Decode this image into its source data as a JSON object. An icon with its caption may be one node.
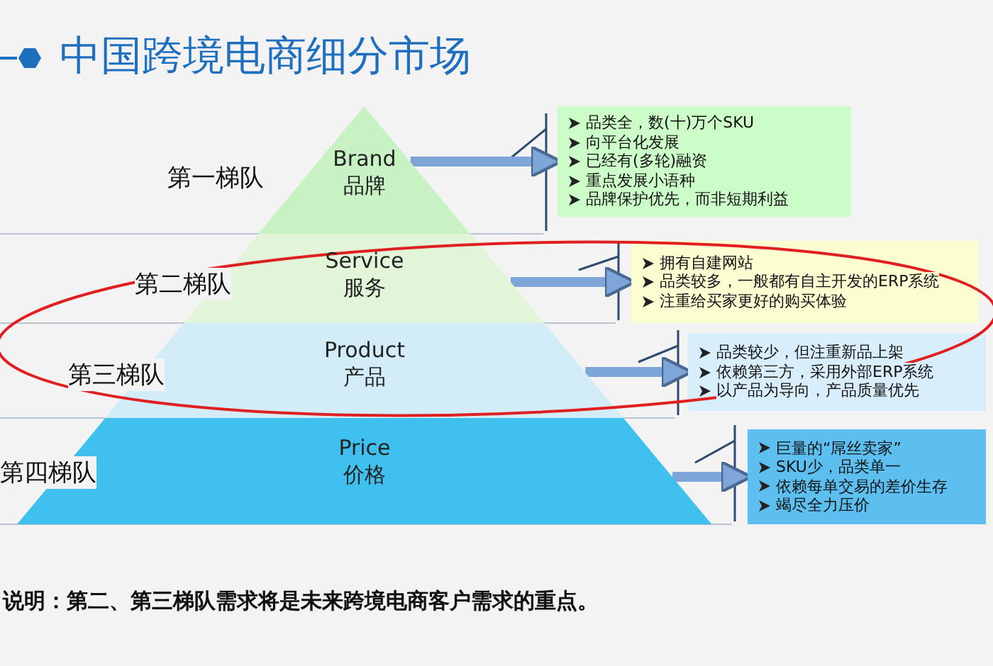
{
  "diagram": {
    "title": "中国跨境电商细分市场",
    "nodes": [
      {
        "text": [
          "Brand",
          "品牌"
        ],
        "beside": [
          "第一梯队"
        ]
      },
      {
        "text": [
          "Service",
          "服务"
        ],
        "beside": [
          "第二梯队"
        ]
      },
      {
        "text": [
          "Product",
          "产品"
        ],
        "beside": [
          "第三梯队"
        ]
      },
      {
        "text": [
          "Price",
          "价格"
        ],
        "beside": [
          "第四梯队"
        ]
      },
      {
        "text": [
          "品类全，数(十)万个SKU",
          "向平台化发展",
          "已经有(多轮)融资",
          "重点发展小语种",
          "品牌保护优先，而非短期利益"
        ]
      },
      {
        "text": [
          "拥有自建网站",
          "品类较多，一般都有自主开发的ERP系统",
          "注重给买家更好的购买体验"
        ]
      },
      {
        "text": [
          "品类较少，但注重新品上架",
          "依赖第三方，采用外部ERP系统",
          "以产品为导向，产品质量优先"
        ]
      },
      {
        "text": [
          "巨量的“屌丝卖家”",
          "SKU少，品类单一",
          "依赖每单交易的差价生存",
          "竭尽全力压价"
        ]
      }
    ],
    "edges": [
      {
        "from": 0,
        "to": 4,
        "arrow": "to"
      },
      {
        "from": 1,
        "to": 5,
        "arrow": "to"
      },
      {
        "from": 2,
        "to": 6,
        "arrow": "to"
      },
      {
        "from": 3,
        "to": 7,
        "arrow": "to"
      }
    ],
    "caption": "说明：第二、第三梯队需求将是未来跨境电商客户需求的重点。"
  }
}
